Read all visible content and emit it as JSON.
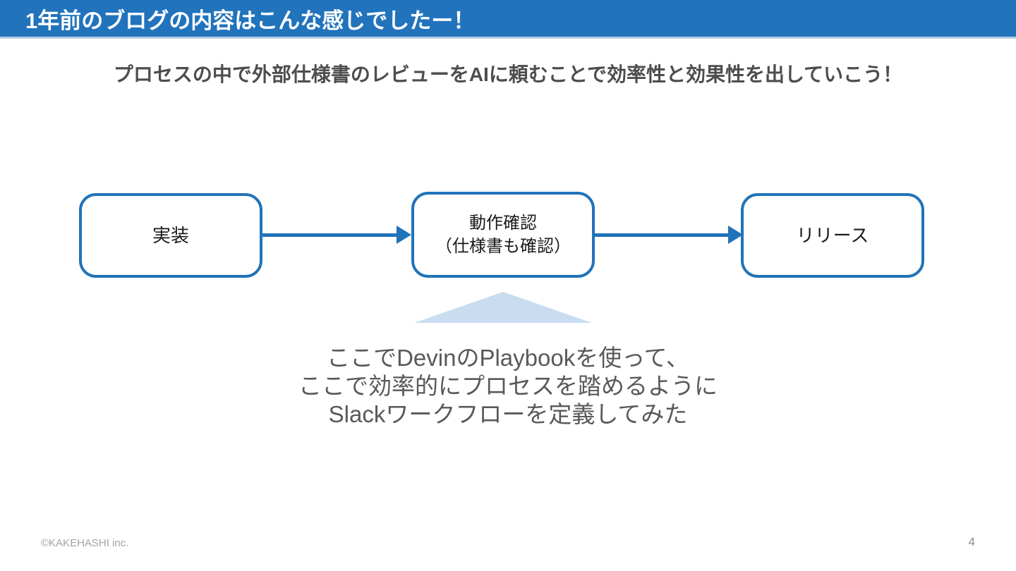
{
  "slide": {
    "header": {
      "title": "1年前のブログの内容はこんな感じでしたー！",
      "bg_color": "#2173BC",
      "text_color": "#FFFFFF"
    },
    "subtitle": "プロセスの中で外部仕様書のレビューをAIに頼むことで効率性と効果性を出していこう！",
    "diagram": {
      "boxes": [
        {
          "lines": [
            "実装"
          ]
        },
        {
          "lines": [
            "動作確認",
            "（仕様書も確認）"
          ]
        },
        {
          "lines": [
            "リリース"
          ]
        }
      ],
      "box_border_color": "#2173B9",
      "arrow_color": "#2173B9",
      "pointer_color": "#C9DCF0"
    },
    "callout": {
      "lines": [
        "ここでDevinのPlaybookを使って、",
        "ここで効率的にプロセスを踏めるように",
        "Slackワークフローを定義してみた"
      ],
      "text_color": "#595959"
    },
    "footer": {
      "copyright": "©KAKEHASHI inc.",
      "page_number": "4"
    }
  }
}
